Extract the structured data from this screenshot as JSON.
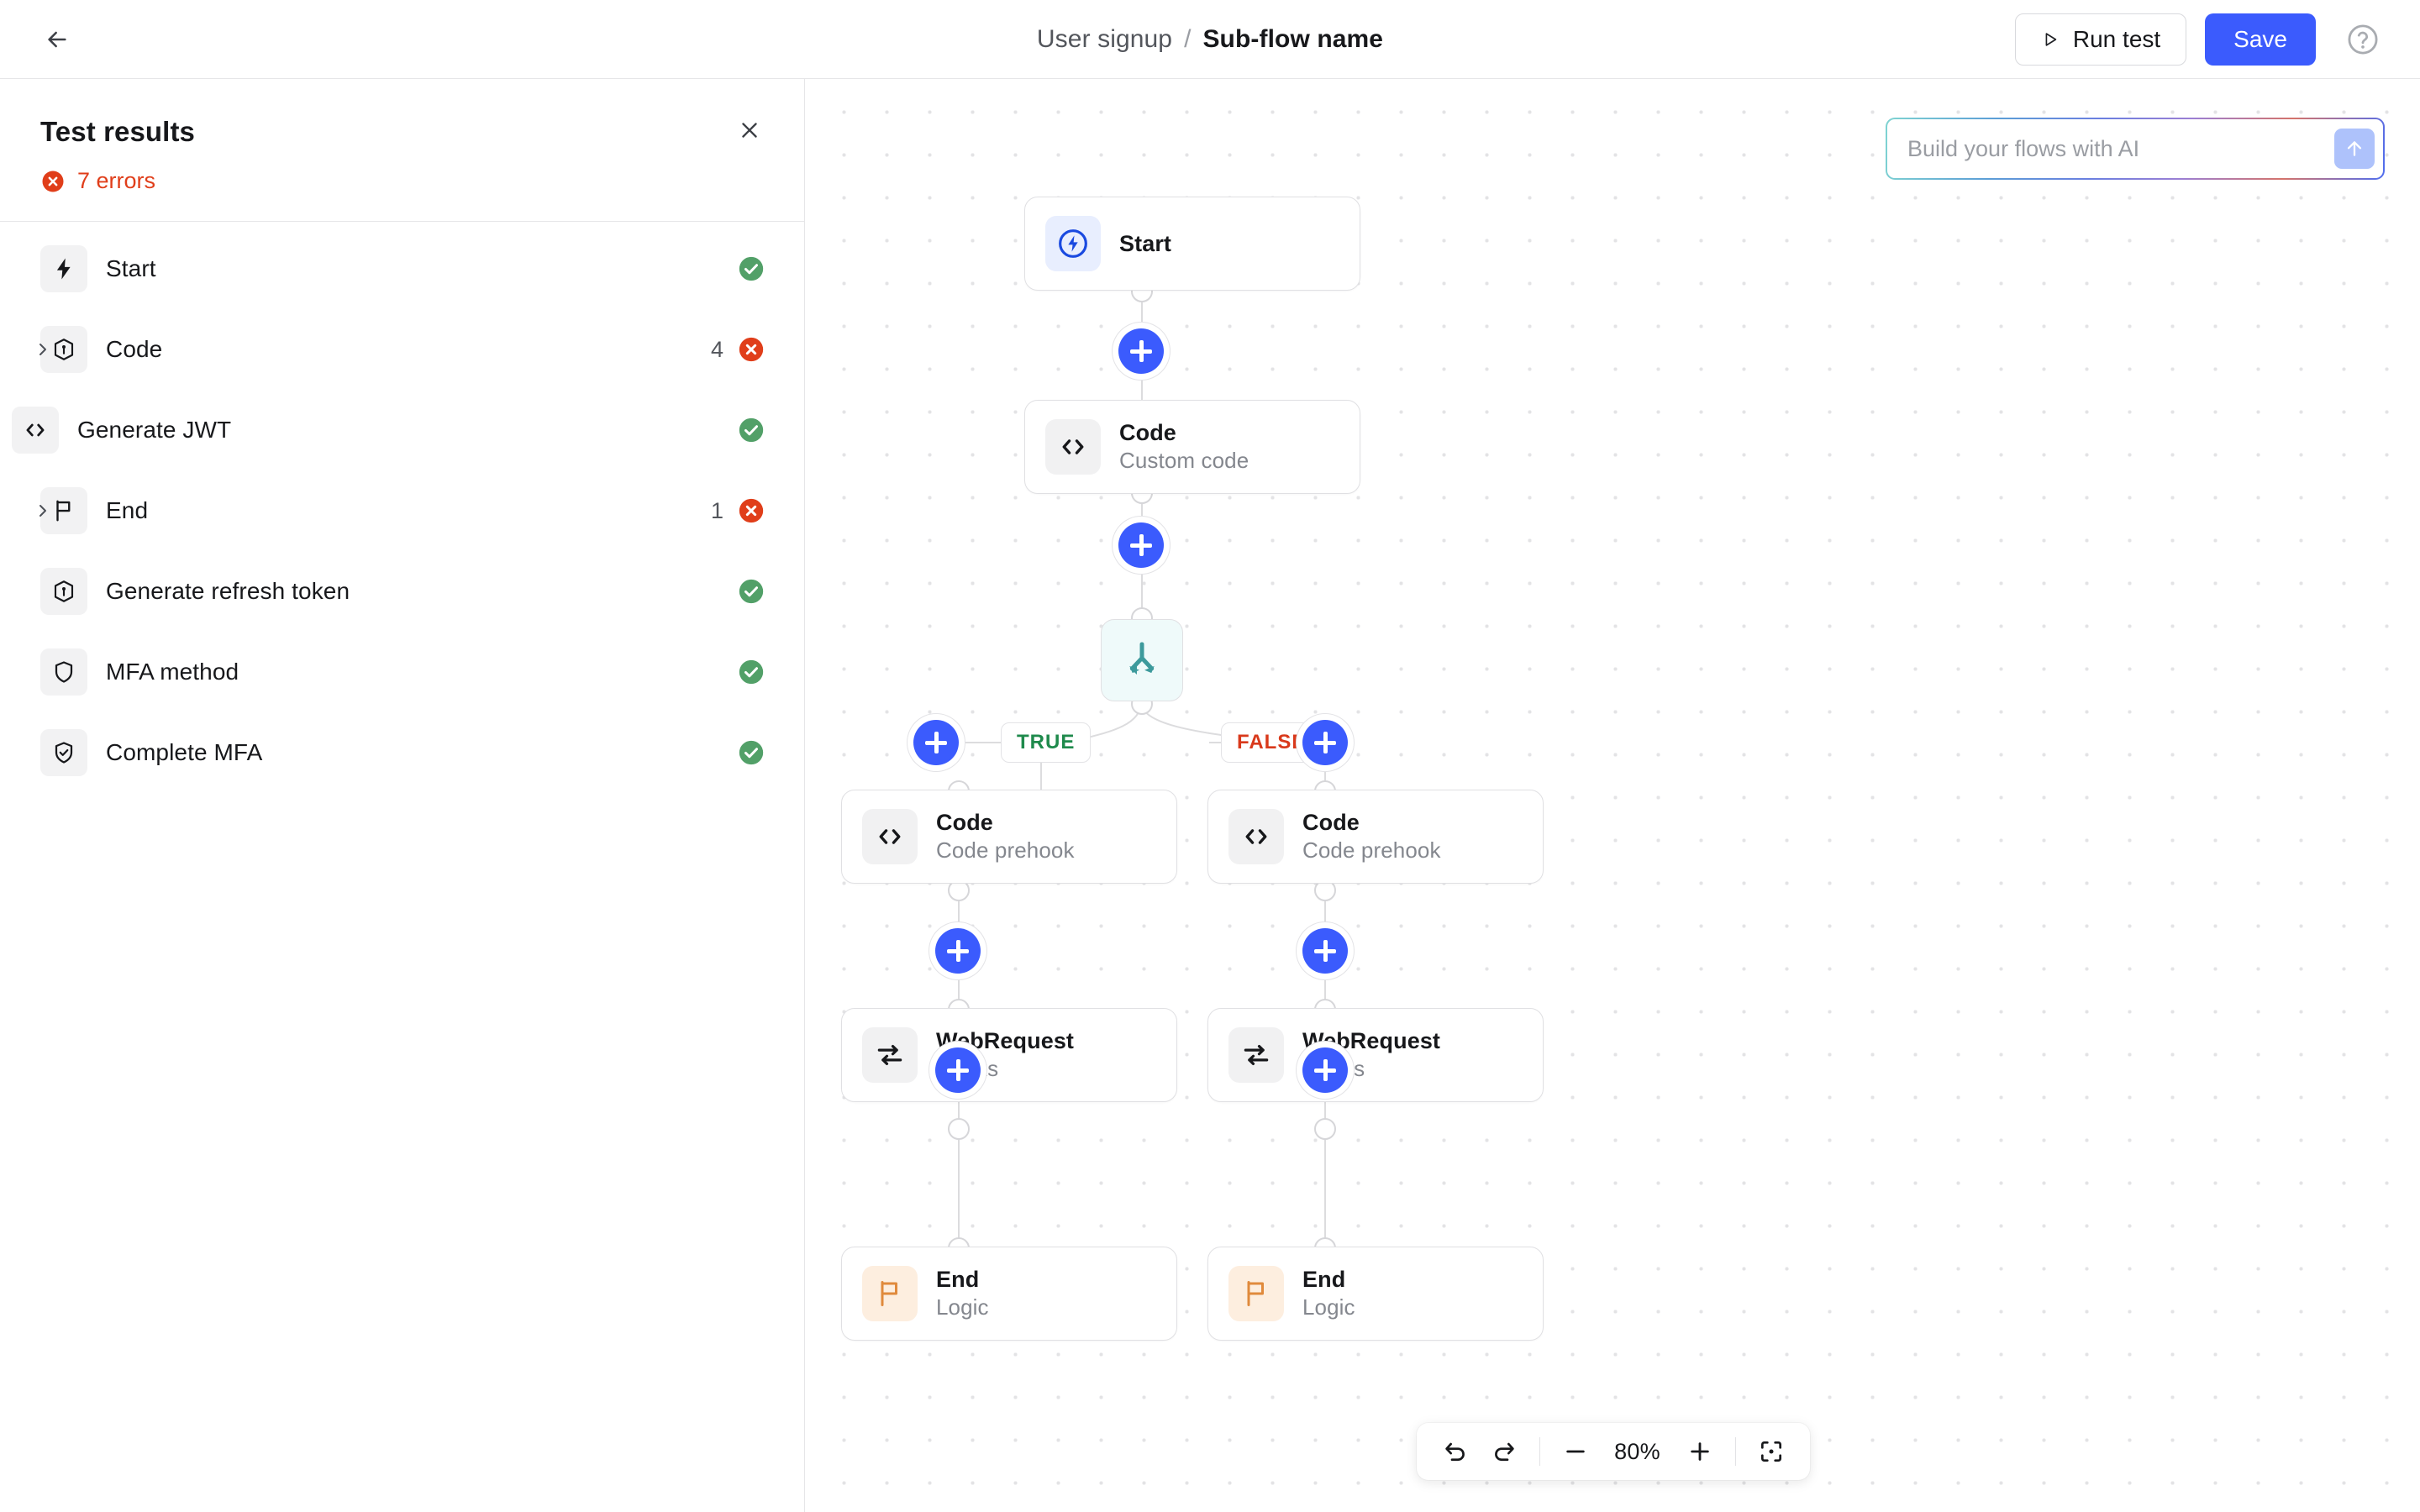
{
  "topbar": {
    "back_icon": "arrow-left-icon",
    "breadcrumb": {
      "parent": "User signup",
      "separator": "/",
      "current": "Sub-flow name"
    },
    "run_test_label": "Run test",
    "run_test_icon": "play-icon",
    "save_label": "Save",
    "help_icon": "question-circle-icon"
  },
  "panel": {
    "title": "Test results",
    "close_icon": "close-icon",
    "error_summary": "7 errors",
    "error_icon": "error-circle-icon",
    "items": [
      {
        "label": "Start",
        "icon": "lightning-icon",
        "status": "success",
        "count": "",
        "expandable": false
      },
      {
        "label": "Code",
        "icon": "cube-icon",
        "status": "error",
        "count": "4",
        "expandable": true
      },
      {
        "label": "Generate JWT",
        "icon": "code-brackets-icon",
        "status": "success",
        "count": "",
        "expandable": false
      },
      {
        "label": "End",
        "icon": "flag-icon",
        "status": "error",
        "count": "1",
        "expandable": true
      },
      {
        "label": "Generate refresh token",
        "icon": "cube-icon",
        "status": "success",
        "count": "",
        "expandable": false
      },
      {
        "label": "MFA method",
        "icon": "shield-icon",
        "status": "success",
        "count": "",
        "expandable": false
      },
      {
        "label": "Complete MFA",
        "icon": "shield-check-icon",
        "status": "success",
        "count": "",
        "expandable": false
      }
    ]
  },
  "ai": {
    "placeholder": "Build your flows with AI",
    "value": "",
    "send_icon": "arrow-up-icon"
  },
  "canvas": {
    "nodes": {
      "start": {
        "title": "Start",
        "subtitle": ""
      },
      "code_custom": {
        "title": "Code",
        "subtitle": "Custom code"
      },
      "branch": {
        "title": "",
        "subtitle": ""
      },
      "left_code": {
        "title": "Code",
        "subtitle": "Code prehook"
      },
      "left_web": {
        "title": "WebRequest",
        "subtitle": "Hooks"
      },
      "left_end": {
        "title": "End",
        "subtitle": "Logic"
      },
      "right_code": {
        "title": "Code",
        "subtitle": "Code prehook"
      },
      "right_web": {
        "title": "WebRequest",
        "subtitle": "Hooks"
      },
      "right_end": {
        "title": "End",
        "subtitle": "Logic"
      }
    },
    "edge_labels": {
      "true": "TRUE",
      "false": "FALSE"
    }
  },
  "zoombar": {
    "undo_icon": "undo-icon",
    "redo_icon": "redo-icon",
    "zoom_out_icon": "minus-icon",
    "zoom_level": "80%",
    "zoom_in_icon": "plus-icon",
    "fit_icon": "fit-view-icon"
  },
  "colors": {
    "accent": "#3b5bfd",
    "error": "#e03e1a",
    "success": "#52a068",
    "true_label": "#1f8a4c",
    "false_label": "#d9391b",
    "branch_teal": "#3d9a9c",
    "end_orange": "#e08a3c"
  }
}
